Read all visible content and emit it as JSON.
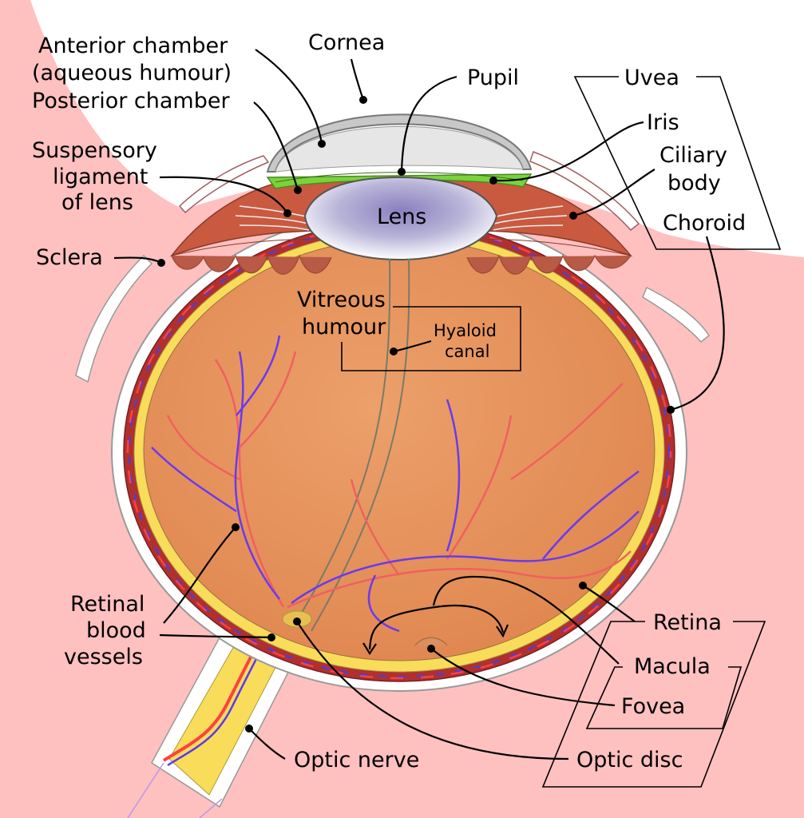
{
  "labels": {
    "anterior_chamber_1": "Anterior chamber",
    "anterior_chamber_2": "(aqueous humour)",
    "posterior_chamber": "Posterior chamber",
    "suspensory_1": "Suspensory",
    "suspensory_2": "ligament",
    "suspensory_3": "of lens",
    "sclera": "Sclera",
    "cornea": "Cornea",
    "pupil": "Pupil",
    "uvea": "Uvea",
    "iris": "Iris",
    "ciliary_1": "Ciliary",
    "ciliary_2": "body",
    "choroid": "Choroid",
    "lens": "Lens",
    "vitreous_1": "Vitreous",
    "vitreous_2": "humour",
    "hyaloid_1": "Hyaloid",
    "hyaloid_2": "canal",
    "retinal_1": "Retinal",
    "retinal_2": "blood",
    "retinal_3": "vessels",
    "retina": "Retina",
    "macula": "Macula",
    "fovea": "Fovea",
    "optic_disc": "Optic disc",
    "optic_nerve": "Optic nerve"
  },
  "colors": {
    "skin": "#ffc0c0",
    "sclera": "#ffffff",
    "vitreous": "#e8935a",
    "retina": "#f8dc5a",
    "choroid": "#b03030",
    "ciliary": "#c95a40",
    "iris": "#7ad23c",
    "cornea": "#dcdcdc",
    "lens": "#cfcfe8",
    "artery": "#ff4040",
    "vein": "#5a3aee"
  }
}
